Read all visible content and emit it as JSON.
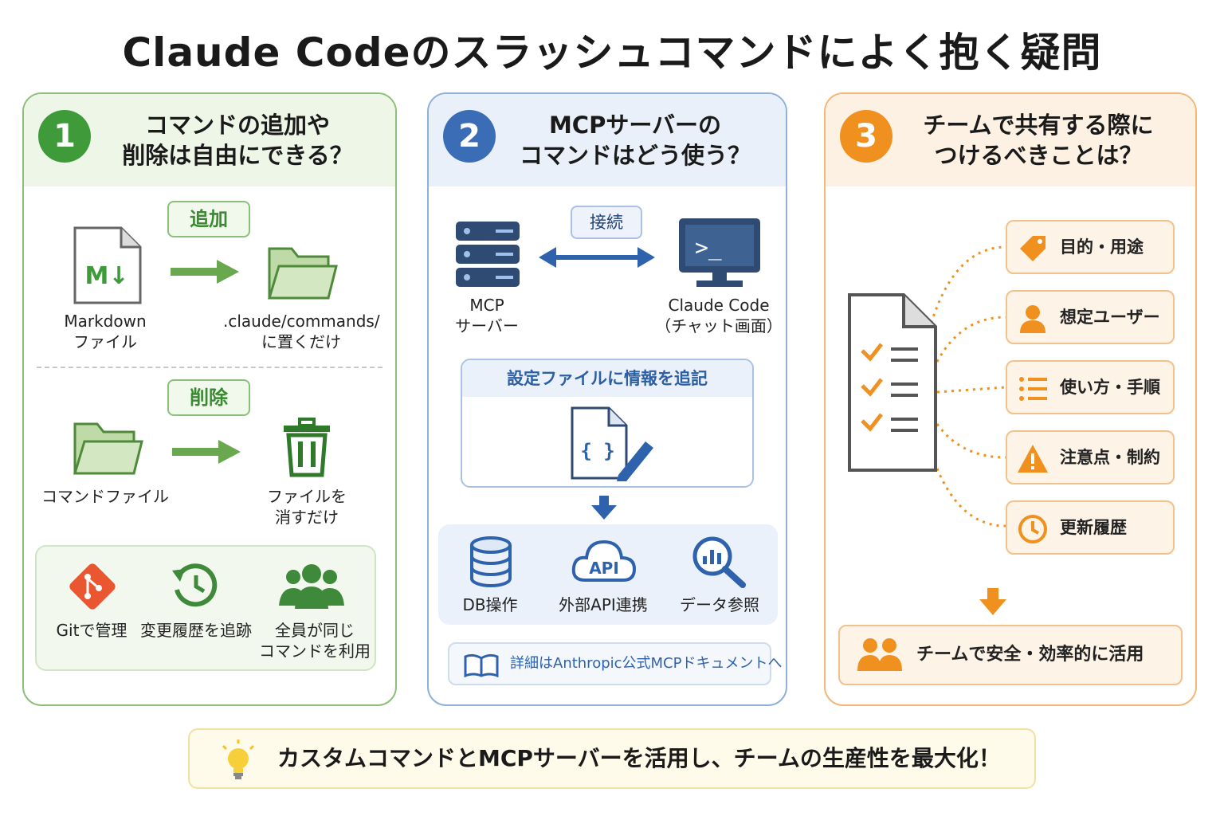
{
  "title": "Claude Codeのスラッシュコマンドによく抱く疑問",
  "colors": {
    "green": "#3f9a3a",
    "blue": "#3a6db5",
    "orange": "#f0901f"
  },
  "panel1": {
    "number": "1",
    "title_line1": "コマンドの追加や",
    "title_line2": "削除は自由にできる？",
    "add_tag": "追加",
    "md_icon_text": "M↓",
    "md_label_line1": "Markdown",
    "md_label_line2": "ファイル",
    "dest_label_line1": ".claude/commands/",
    "dest_label_line2": "に置くだけ",
    "delete_tag": "削除",
    "cmdfile_label": "コマンドファイル",
    "trash_label_line1": "ファイルを",
    "trash_label_line2": "消すだけ",
    "git_label": "Gitで管理",
    "history_label": "変更履歴を追跡",
    "team_label_line1": "全員が同じ",
    "team_label_line2": "コマンドを利用"
  },
  "panel2": {
    "number": "2",
    "title_line1": "MCPサーバーの",
    "title_line2": "コマンドはどう使う？",
    "connect_label": "接続",
    "server_label_line1": "MCP",
    "server_label_line2": "サーバー",
    "client_label_line1": "Claude Code",
    "client_label_line2": "（チャット画面）",
    "terminal_prompt": ">_",
    "config_title": "設定ファイルに情報を追記",
    "config_icon_text": "{ }",
    "api_icon_text": "API",
    "db_label": "DB操作",
    "api_label": "外部API連携",
    "data_label": "データ参照",
    "doc_link": "詳細はAnthropic公式MCPドキュメントへ"
  },
  "panel3": {
    "number": "3",
    "title_line1": "チームで共有する際に",
    "title_line2": "つけるべきことは？",
    "items": [
      {
        "label": "目的・用途",
        "icon": "tag-icon"
      },
      {
        "label": "想定ユーザー",
        "icon": "user-icon"
      },
      {
        "label": "使い方・手順",
        "icon": "list-icon"
      },
      {
        "label": "注意点・制約",
        "icon": "warning-icon"
      },
      {
        "label": "更新履歴",
        "icon": "clock-icon"
      }
    ],
    "result": "チームで安全・効率的に活用"
  },
  "bottom": "カスタムコマンドとMCPサーバーを活用し、チームの生産性を最大化！"
}
